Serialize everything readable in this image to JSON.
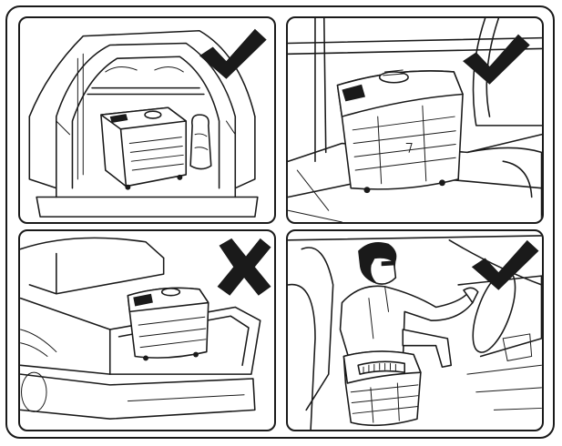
{
  "panels": [
    {
      "id": "panel-1",
      "scene": "hatchback-trunk",
      "status": "correct",
      "icon": "check-mark-icon"
    },
    {
      "id": "panel-2",
      "scene": "cargo-area-floor",
      "status": "correct",
      "icon": "check-mark-icon"
    },
    {
      "id": "panel-3",
      "scene": "sedan-trunk",
      "status": "incorrect",
      "icon": "cross-mark-icon"
    },
    {
      "id": "panel-4",
      "scene": "behind-driver-seat",
      "status": "correct",
      "icon": "check-mark-icon"
    }
  ],
  "colors": {
    "ink": "#1a1a1a",
    "paper": "#ffffff"
  }
}
